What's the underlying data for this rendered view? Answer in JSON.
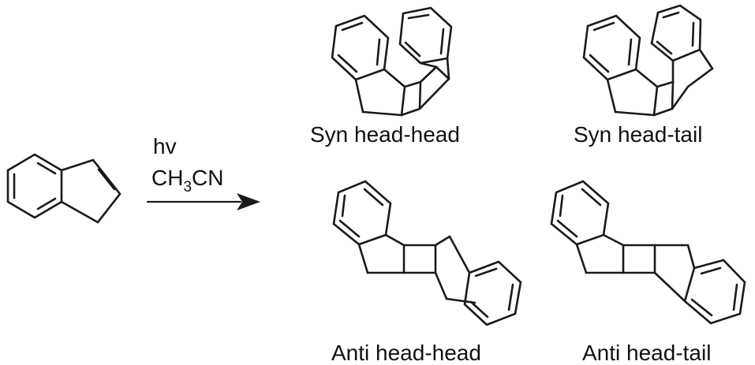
{
  "reaction": {
    "conditions": {
      "line1": "hv",
      "line2_main": "CH",
      "line2_sub": "3",
      "line2_rest": "CN"
    }
  },
  "products": [
    {
      "label": "Syn head-head"
    },
    {
      "label": "Syn head-tail"
    },
    {
      "label": "Anti head-head"
    },
    {
      "label": "Anti head-tail"
    }
  ]
}
